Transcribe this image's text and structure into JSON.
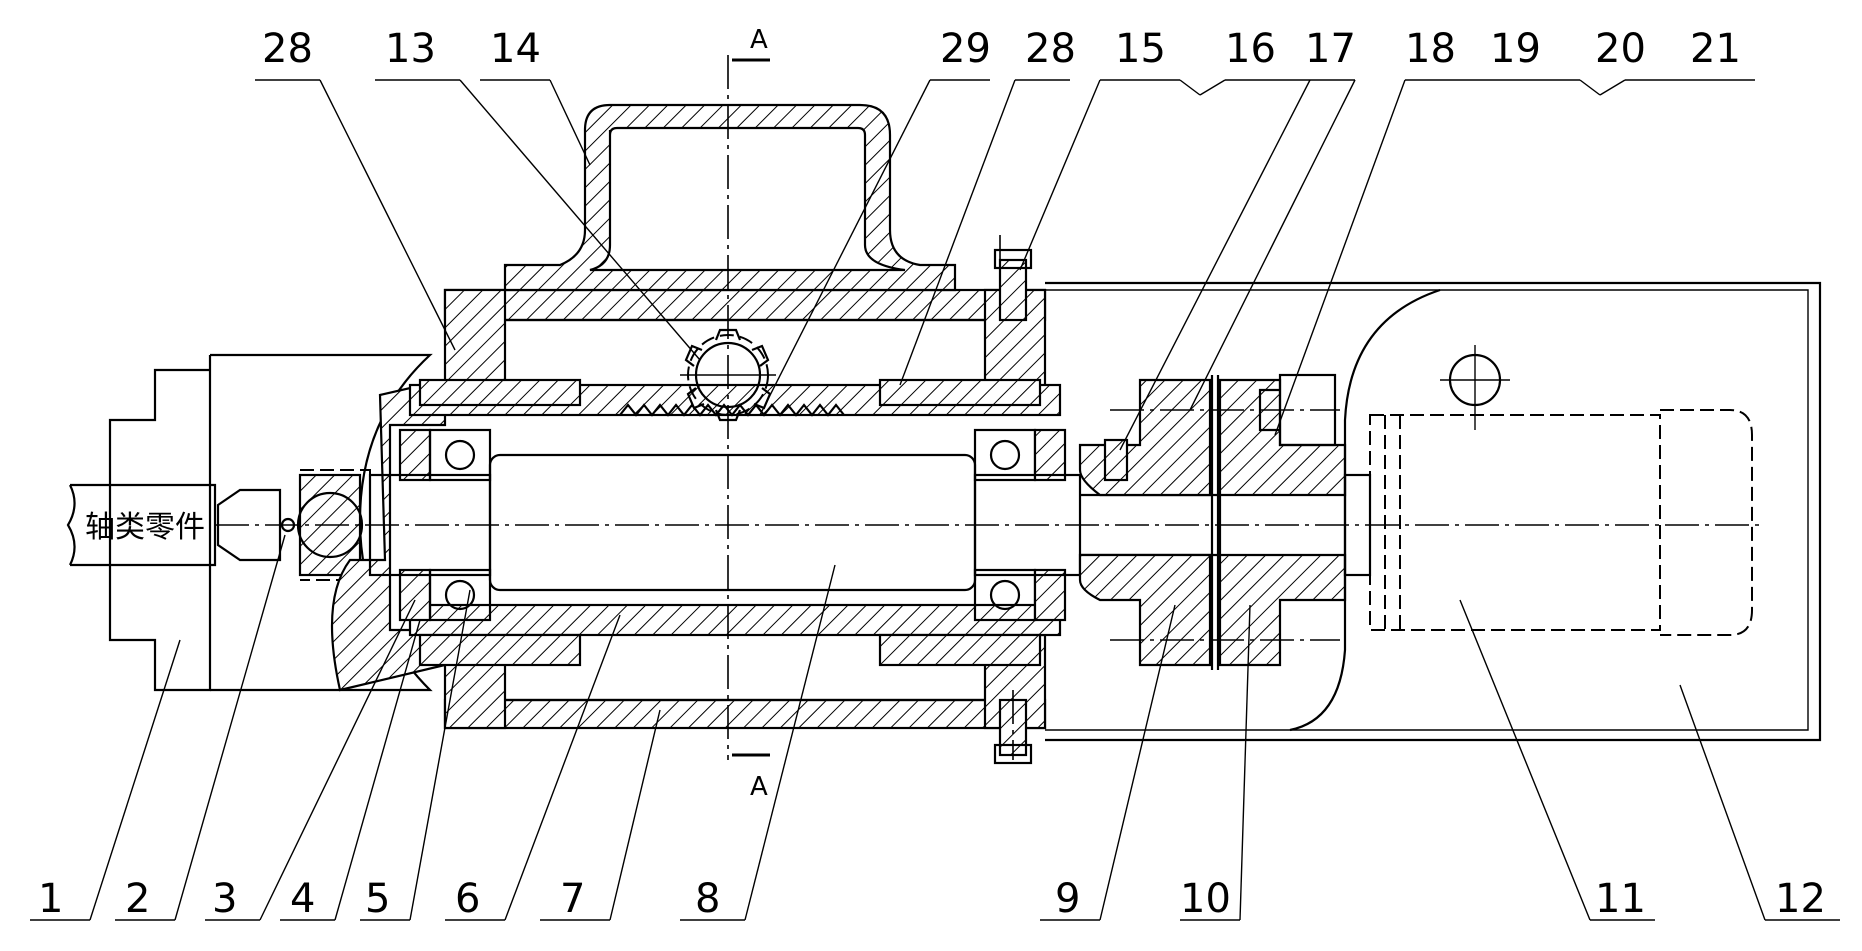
{
  "workpiece_label": "轴类零件",
  "section_mark": "A",
  "part_numbers_top": [
    "28",
    "13",
    "14",
    "29",
    "28",
    "15",
    "16",
    "17",
    "18",
    "19",
    "20",
    "21"
  ],
  "part_numbers_bottom": [
    "1",
    "2",
    "3",
    "4",
    "5",
    "6",
    "7",
    "8",
    "9",
    "10",
    "11",
    "12"
  ]
}
